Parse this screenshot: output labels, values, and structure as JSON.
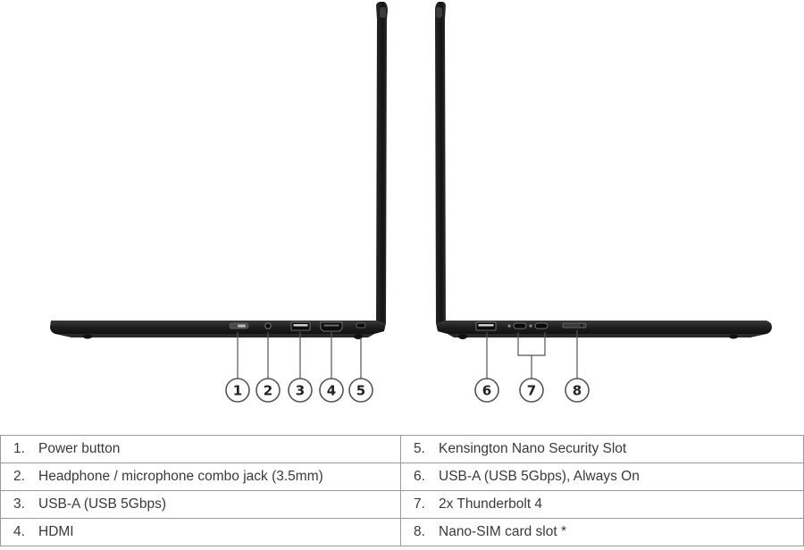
{
  "callouts": [
    "1",
    "2",
    "3",
    "4",
    "5",
    "6",
    "7",
    "8"
  ],
  "rows": [
    [
      {
        "num": "1.",
        "label": "Power button"
      },
      {
        "num": "5.",
        "label": "Kensington Nano Security Slot"
      }
    ],
    [
      {
        "num": "2.",
        "label": "Headphone / microphone combo jack (3.5mm)"
      },
      {
        "num": "6.",
        "label": "USB-A (USB 5Gbps), Always On"
      }
    ],
    [
      {
        "num": "3.",
        "label": "USB-A (USB 5Gbps)"
      },
      {
        "num": "7.",
        "label": "2x Thunderbolt 4"
      }
    ],
    [
      {
        "num": "4.",
        "label": "HDMI"
      },
      {
        "num": "8.",
        "label": "Nano-SIM card slot *"
      }
    ]
  ],
  "colors": {
    "laptop_body": "#1e1e1e",
    "laptop_edge": "#3a3a3a",
    "callout_stroke": "#555555",
    "table_border": "#9a9a9a"
  }
}
